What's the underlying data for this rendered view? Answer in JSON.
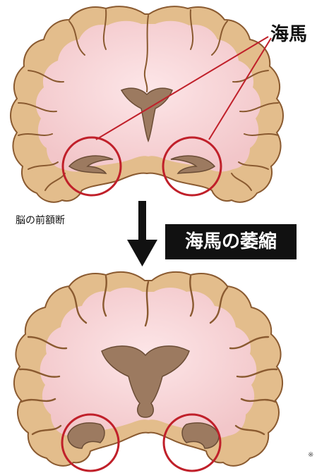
{
  "labels": {
    "hippocampus": "海馬",
    "coronal_section": "脳の前額断",
    "atrophy": "海馬の萎縮",
    "note": "※"
  },
  "colors": {
    "cortex_outer": "#e3bd8c",
    "cortex_stroke": "#8a5a30",
    "white_matter": "#f8d6d8",
    "ventricle": "#9c7a60",
    "highlight_circle": "#c0202a",
    "arrow": "#111111"
  },
  "icons": {
    "arrow": "down-arrow-icon"
  }
}
